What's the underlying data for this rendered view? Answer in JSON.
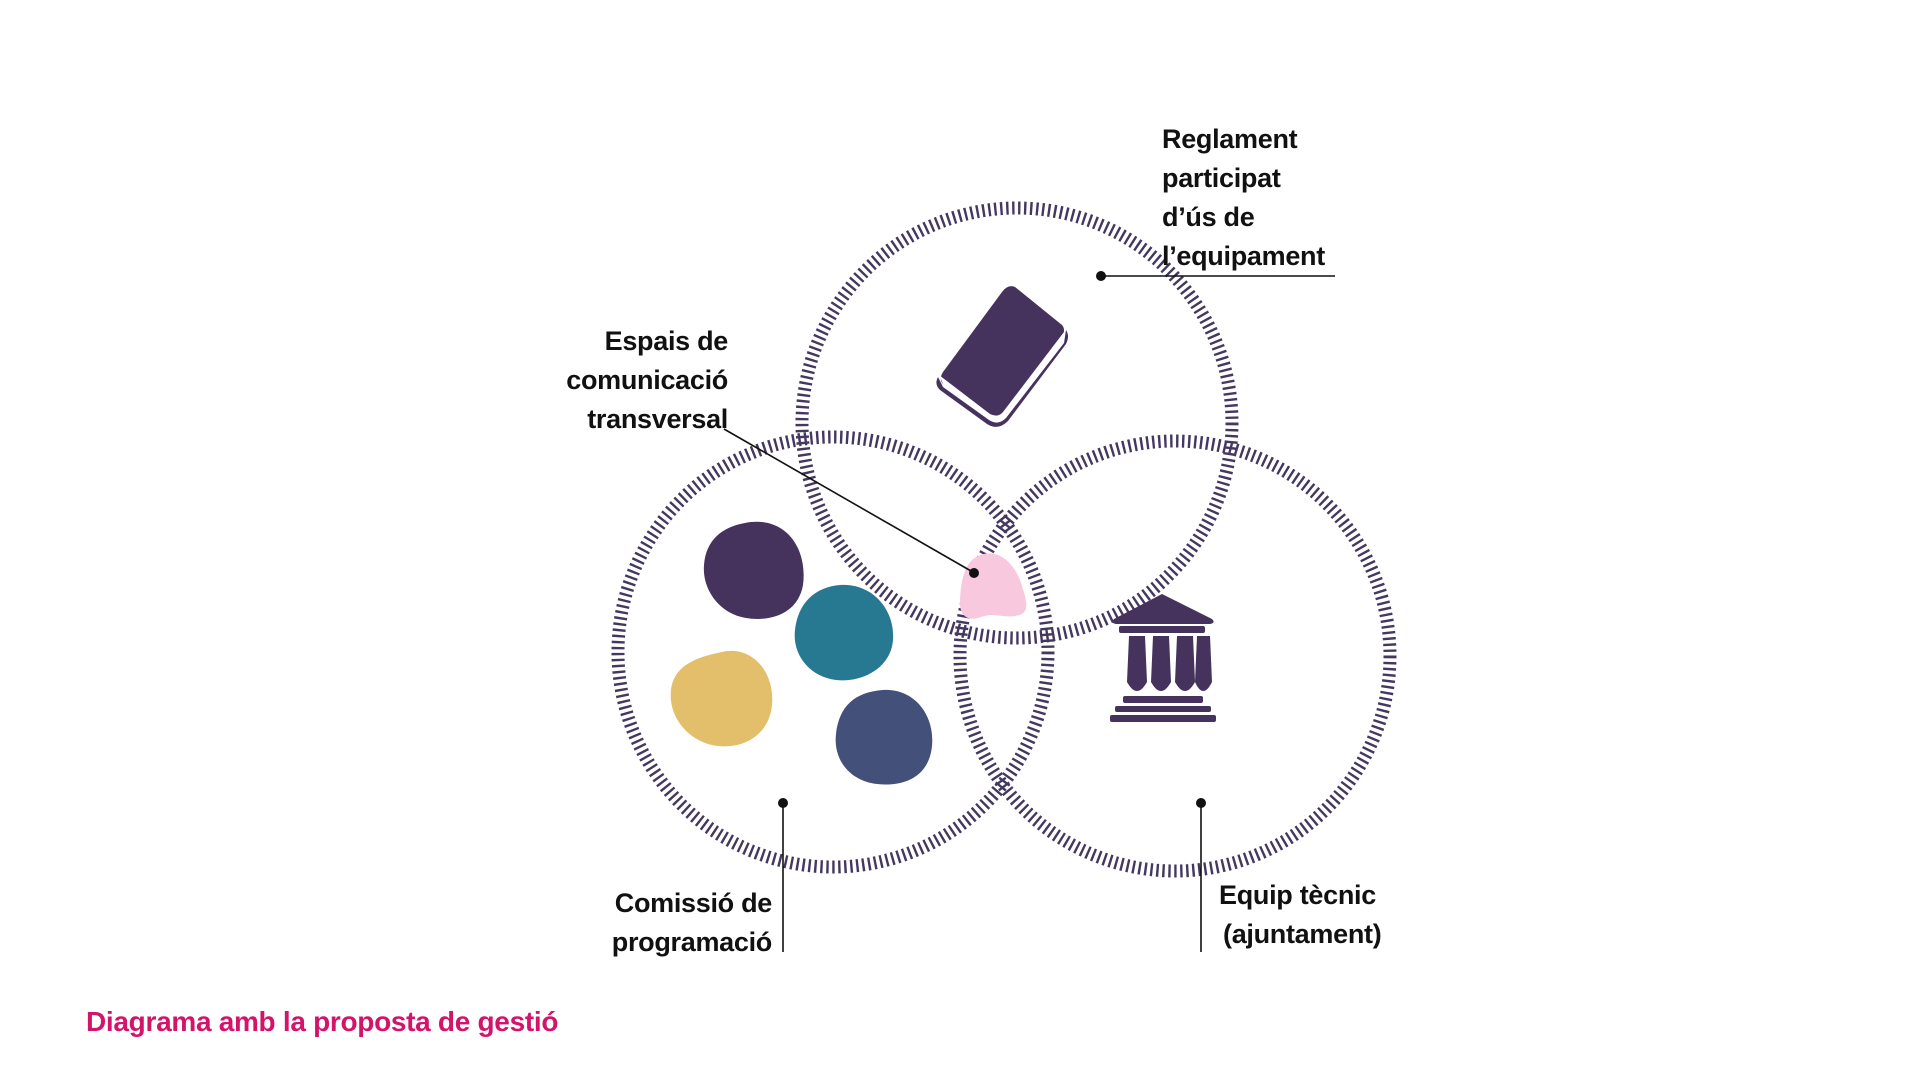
{
  "colors": {
    "ring": "#45385f",
    "text": "#111111",
    "caption": "#d3146b",
    "icon": "#45335e",
    "blob_purple": "#45335e",
    "blob_teal": "#277891",
    "blob_yellow": "#e3bf6b",
    "blob_navy": "#435079",
    "blob_pink": "#f8c8de"
  },
  "icons": {
    "top_circle": "book-icon",
    "right_circle": "building-columns-icon",
    "left_circle": "colored-blobs-group",
    "intersection": "pink-blob"
  },
  "labels": {
    "reglament": [
      "Reglament",
      "participat",
      "d’ús de",
      "l’equipament"
    ],
    "espais": [
      "Espais de",
      "comunicació",
      "transversal"
    ],
    "comissio": [
      "Comissió de",
      "programació"
    ],
    "equip": [
      "Equip tècnic",
      "(ajuntament)"
    ]
  },
  "caption": "Diagrama amb la proposta de gestió"
}
